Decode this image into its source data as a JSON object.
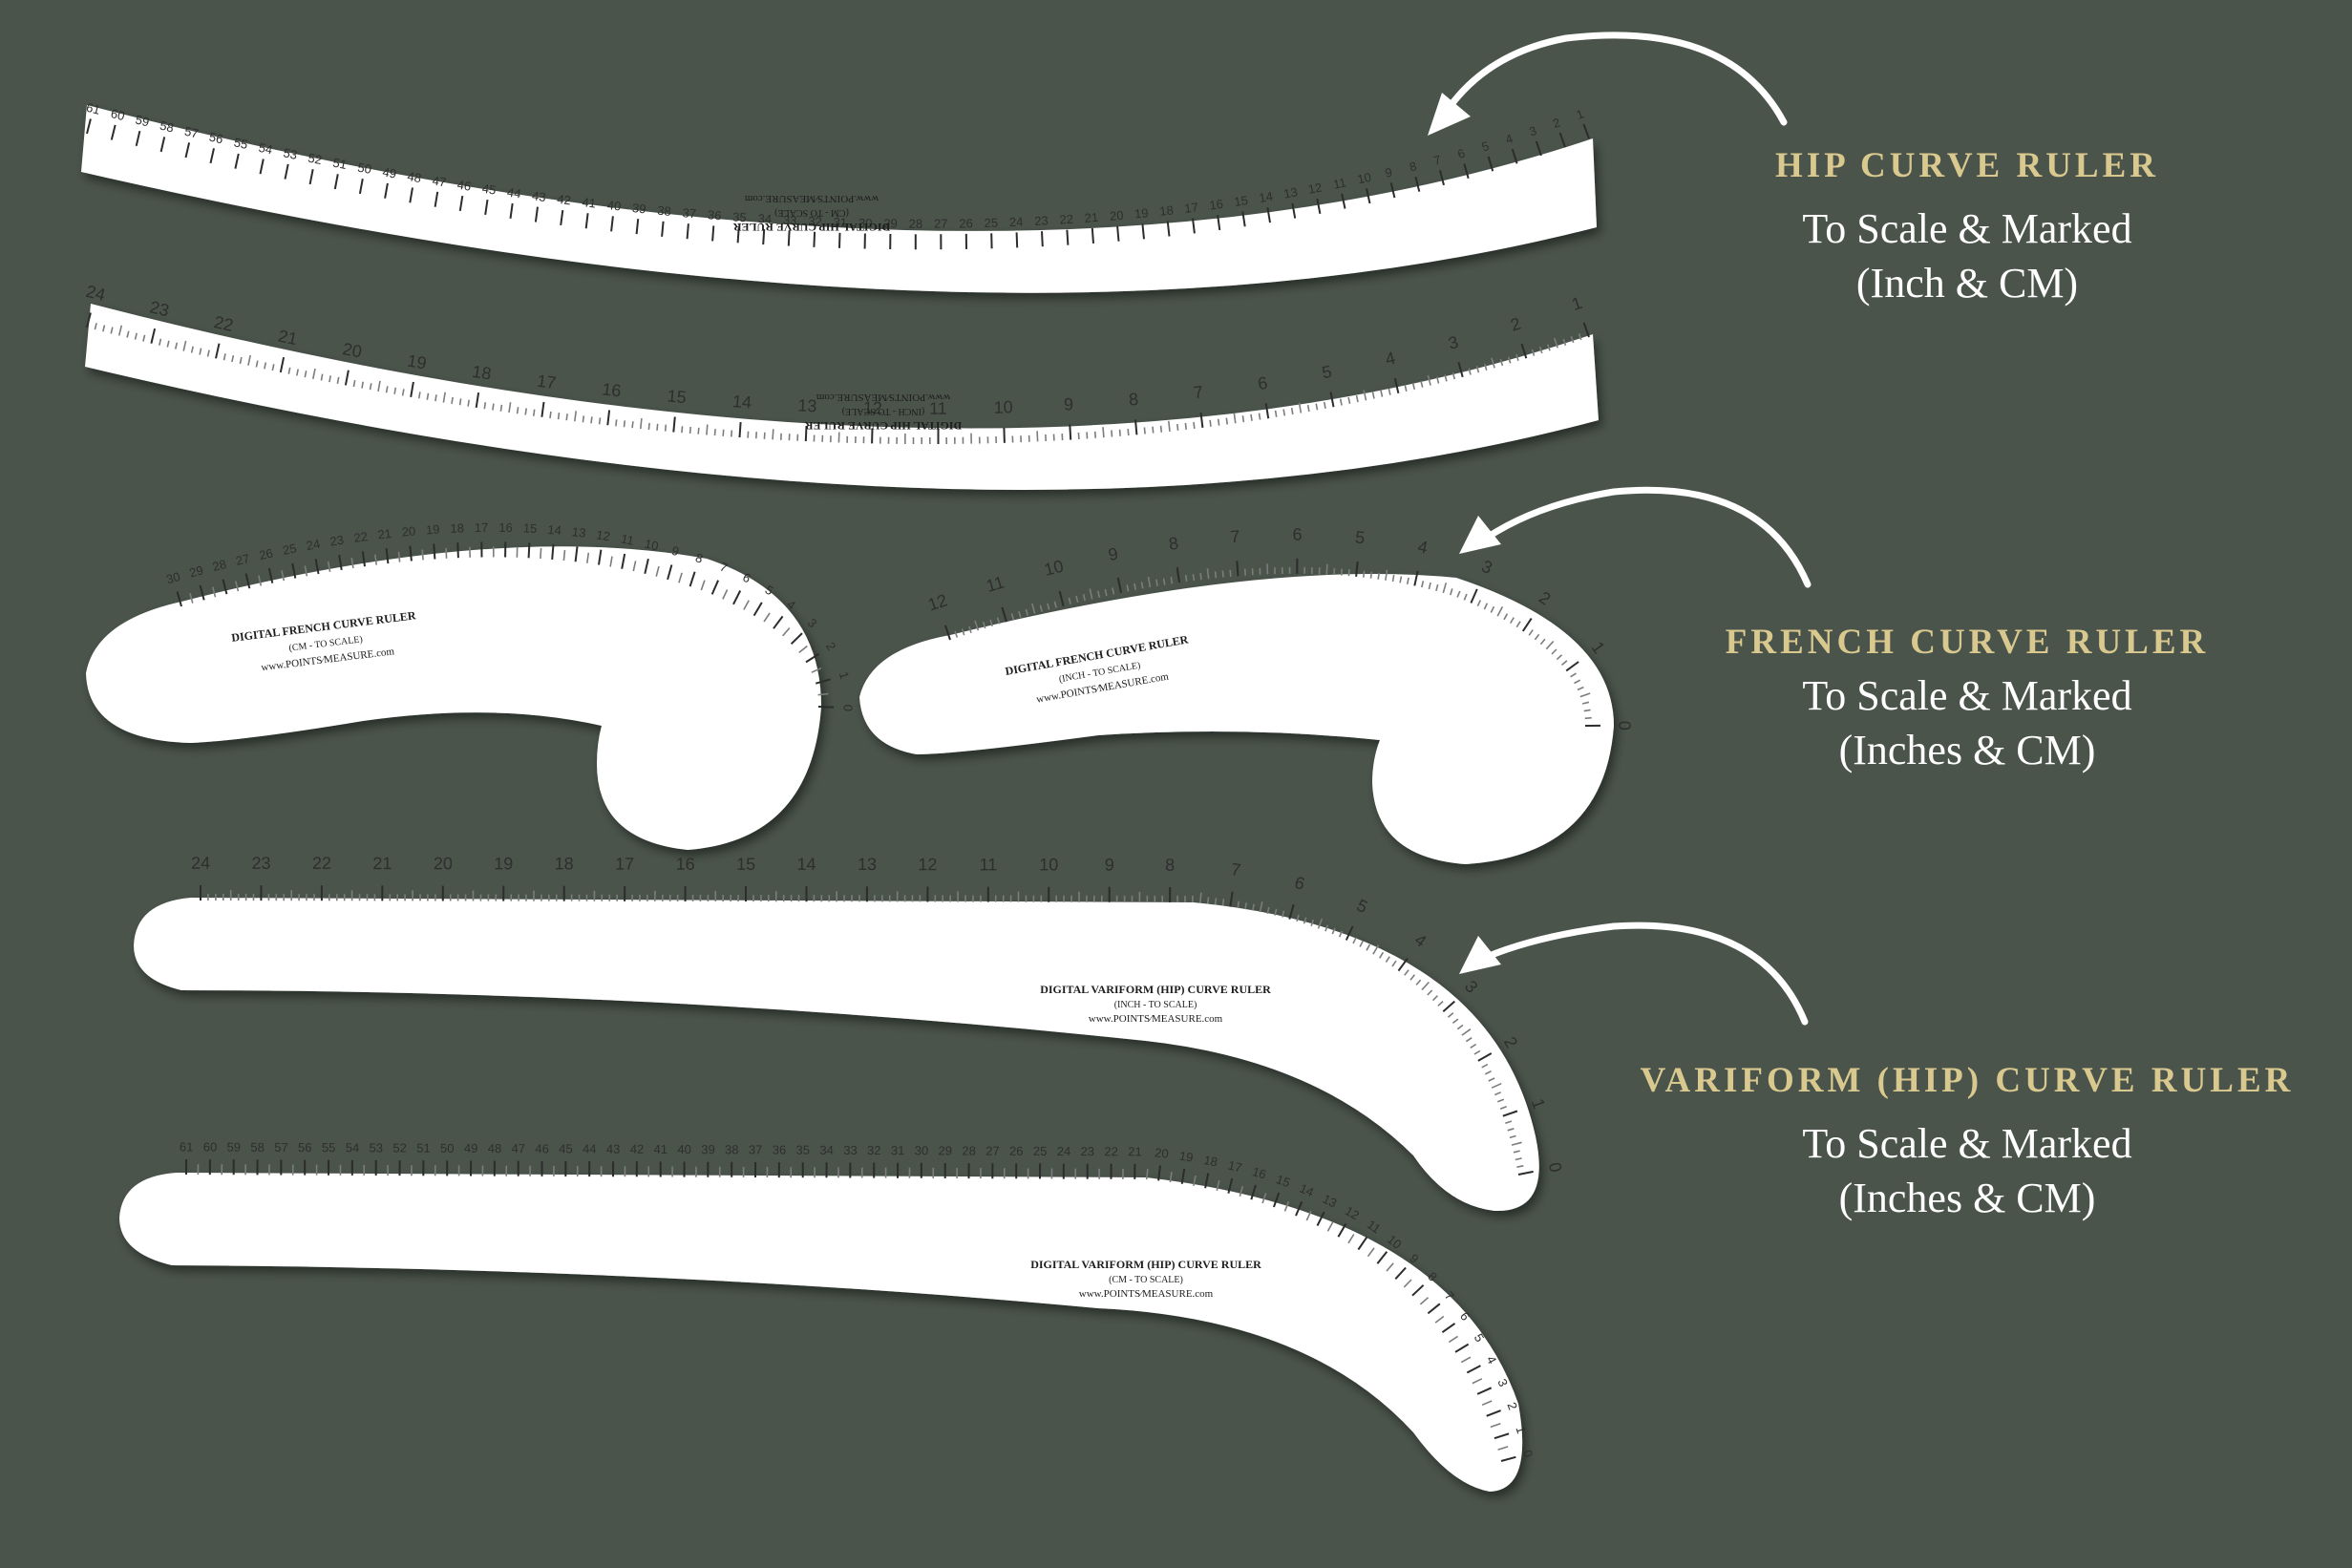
{
  "background_color": "#4a544b",
  "accent_color": "#d9c98f",
  "captions": [
    {
      "title": "HIP CURVE RULER",
      "line1": "To Scale & Marked",
      "line2": "(Inch & CM)"
    },
    {
      "title": "FRENCH CURVE RULER",
      "line1": "To Scale & Marked",
      "line2": "(Inches & CM)"
    },
    {
      "title": "VARIFORM (HIP) CURVE RULER",
      "line1": "To Scale & Marked",
      "line2": "(Inches & CM)"
    }
  ],
  "rulers": {
    "hip_cm": {
      "title": "DIGITAL HIP CURVE RULER",
      "subtitle": "(CM - TO SCALE)",
      "url": "www.POINTS⁄MEASURE.com",
      "numbers_from": 1,
      "numbers_to": 61
    },
    "hip_inch": {
      "title": "DIGITAL HIP CURVE RULER",
      "subtitle": "(INCH - TO SCALE)",
      "url": "www.POINTS⁄MEASURE.com",
      "numbers_from": 1,
      "numbers_to": 24
    },
    "french_cm": {
      "title": "DIGITAL FRENCH CURVE RULER",
      "subtitle": "(CM - TO SCALE)",
      "url": "www.POINTS⁄MEASURE.com",
      "numbers_from": 0,
      "numbers_to": 30
    },
    "french_inch": {
      "title": "DIGITAL FRENCH CURVE RULER",
      "subtitle": "(INCH - TO SCALE)",
      "url": "www.POINTS⁄MEASURE.com",
      "numbers_from": 0,
      "numbers_to": 12
    },
    "variform_inch": {
      "title": "DIGITAL VARIFORM (HIP) CURVE RULER",
      "subtitle": "(INCH - TO SCALE)",
      "url": "www.POINTS⁄MEASURE.com",
      "numbers_from": 0,
      "numbers_to": 24
    },
    "variform_cm": {
      "title": "DIGITAL VARIFORM (HIP) CURVE RULER",
      "subtitle": "(CM - TO SCALE)",
      "url": "www.POINTS⁄MEASURE.com",
      "numbers_from": 0,
      "numbers_to": 61
    }
  }
}
